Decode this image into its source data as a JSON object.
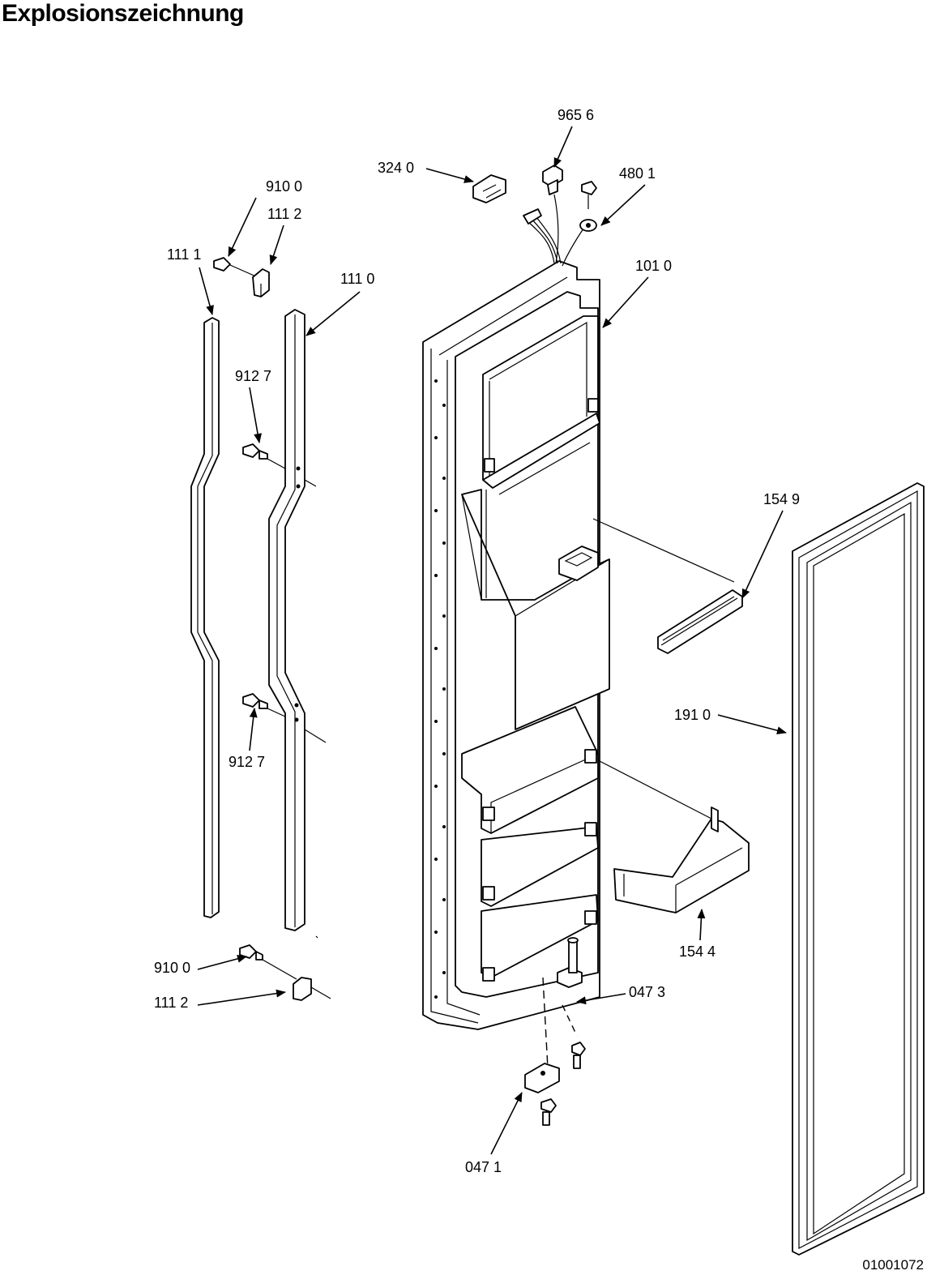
{
  "title": "Explosionszeichnung",
  "document_number": "01001072",
  "labels": {
    "p9656": "965 6",
    "p3240": "324 0",
    "p4801": "480 1",
    "p9100_top": "910 0",
    "p1112_top": "111 2",
    "p1111": "111 1",
    "p1110": "111 0",
    "p1010": "101 0",
    "p9127_top": "912 7",
    "p1549": "154 9",
    "p1910": "191 0",
    "p9127_bottom": "912 7",
    "p1544": "154 4",
    "p9100_bottom": "910 0",
    "p1112_bottom": "111 2",
    "p0473": "047 3",
    "p0471": "047 1"
  }
}
